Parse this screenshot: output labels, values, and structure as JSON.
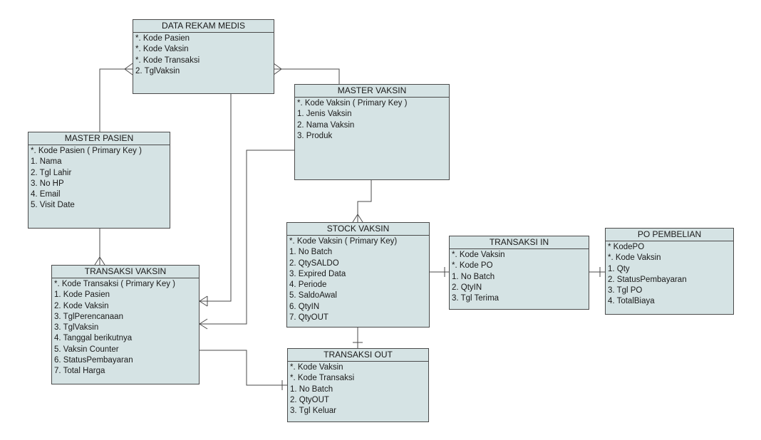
{
  "entities": {
    "data_rekam_medis": {
      "title": "DATA REKAM MEDIS",
      "attrs": [
        "*. Kode Pasien",
        "*. Kode Vaksin",
        "*. Kode Transaksi",
        "2. TglVaksin"
      ]
    },
    "master_vaksin": {
      "title": "MASTER VAKSIN",
      "attrs": [
        "*. Kode Vaksin ( Primary Key )",
        "1. Jenis Vaksin",
        "2. Nama Vaksin",
        "3. Produk"
      ]
    },
    "master_pasien": {
      "title": "MASTER PASIEN",
      "attrs": [
        "*. Kode Pasien ( Primary Key )",
        "1. Nama",
        "2. Tgl Lahir",
        "3. No HP",
        "4. Email",
        "5. Visit Date"
      ]
    },
    "stock_vaksin": {
      "title": "STOCK VAKSIN",
      "attrs": [
        "*. Kode Vaksin ( Primary Key)",
        "1. No Batch",
        "2. QtySALDO",
        "3. Expired Data",
        "4. Periode",
        "5. SaldoAwal",
        "6. QtyIN",
        "7. QtyOUT"
      ]
    },
    "transaksi_in": {
      "title": "TRANSAKSI IN",
      "attrs": [
        "*. Kode Vaksin",
        "*. Kode PO",
        "1. No Batch",
        "2. QtyIN",
        "3. Tgl Terima"
      ]
    },
    "po_pembelian": {
      "title": "PO PEMBELIAN",
      "attrs": [
        "* KodePO",
        "*. Kode Vaksin",
        "1. Qty",
        "2. StatusPembayaran",
        "3. Tgl PO",
        "4. TotalBiaya"
      ]
    },
    "transaksi_vaksin": {
      "title": "TRANSAKSI VAKSIN",
      "attrs": [
        "*. Kode Transaksi ( Primary Key )",
        "1. Kode Pasien",
        "2. Kode Vaksin",
        "3. TglPerencanaan",
        "3. TglVaksin",
        "4. Tanggal berikutnya",
        "5. Vaksin Counter",
        "6. StatusPembayaran",
        "7. Total Harga"
      ]
    },
    "transaksi_out": {
      "title": "TRANSAKSI OUT",
      "attrs": [
        "*. Kode Vaksin",
        "*. Kode Transaksi",
        "1. No Batch",
        "2. QtyOUT",
        "3. Tgl Keluar"
      ]
    }
  }
}
